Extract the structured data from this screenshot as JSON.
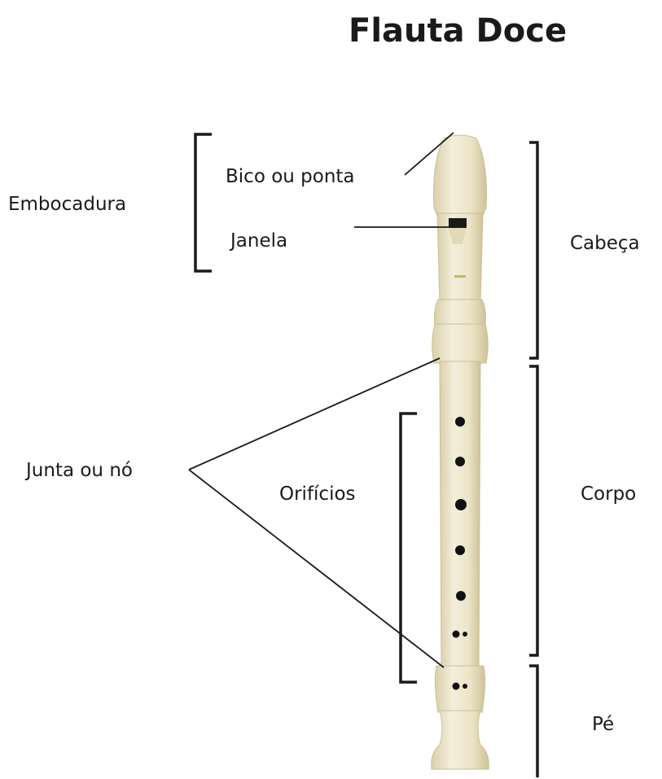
{
  "title": "Flauta Doce",
  "labels": {
    "embocadura": "Embocadura",
    "bico": "Bico ou ponta",
    "janela": "Janela",
    "cabeca": "Cabeça",
    "junta": "Junta ou nó",
    "orificios": "Orifícios",
    "corpo": "Corpo",
    "pe": "Pé"
  },
  "colors": {
    "flute_body": "#efe8cf",
    "flute_shadow": "#d8cfa8",
    "lines": "#1a1a1a"
  }
}
